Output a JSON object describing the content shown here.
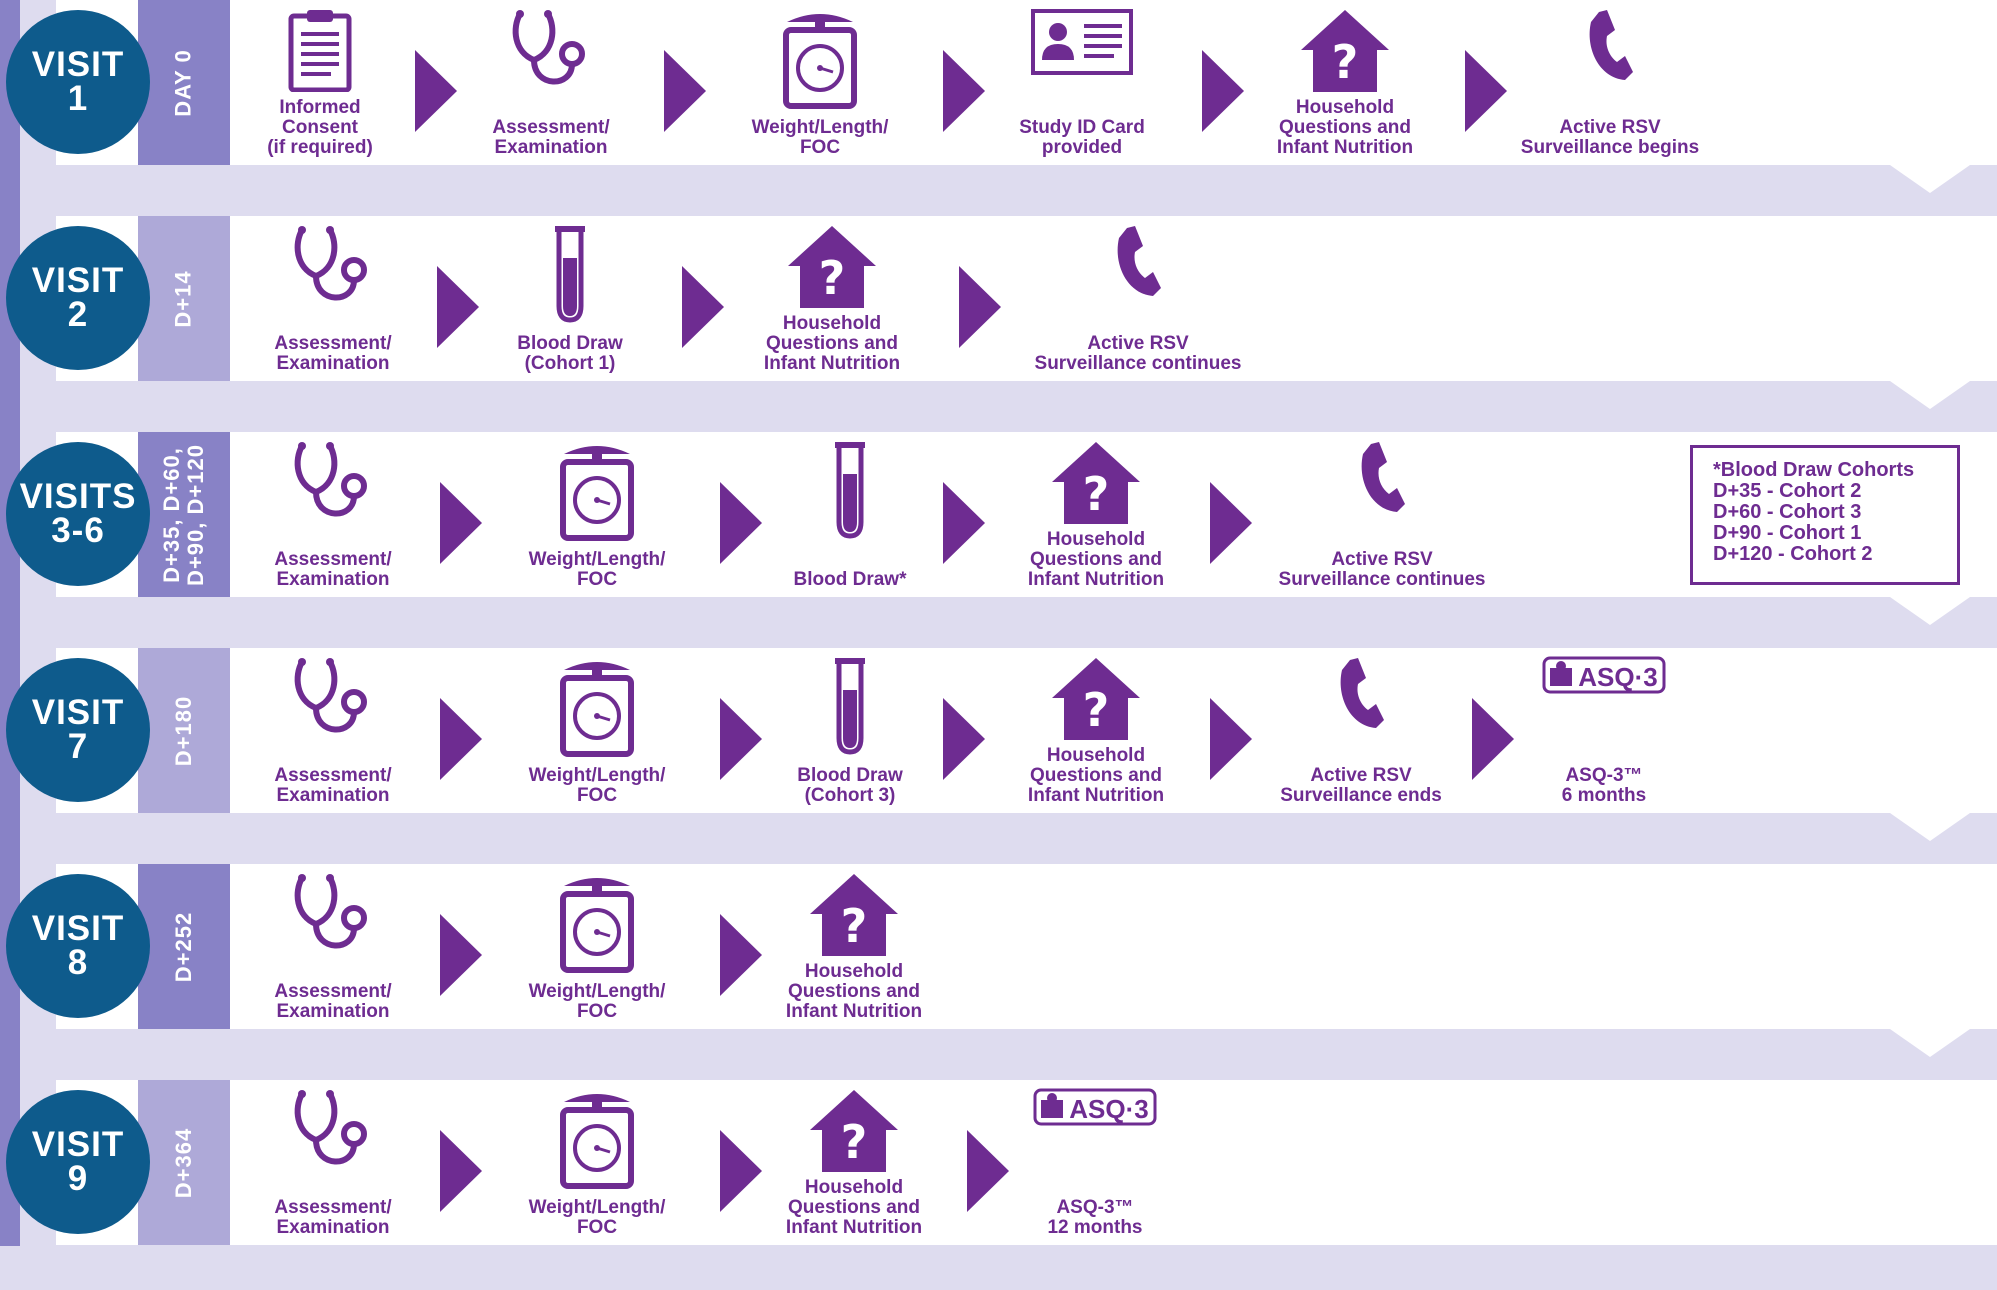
{
  "colors": {
    "visit_circle": "#0e5b8c",
    "accent_purple": "#6e2c91",
    "day_box_dark": "#8882c6",
    "day_box_light": "#aea9d8",
    "band": "#dedcef"
  },
  "rows": [
    {
      "visit": [
        "VISIT",
        "1"
      ],
      "day": "DAY 0",
      "steps": [
        {
          "icon": "clipboard-icon",
          "label": "Informed\nConsent\n(if required)"
        },
        {
          "icon": "stethoscope-icon",
          "label": "Assessment/\nExamination"
        },
        {
          "icon": "scale-icon",
          "label": "Weight/Length/\nFOC"
        },
        {
          "icon": "id-card-icon",
          "label": "Study ID Card\nprovided"
        },
        {
          "icon": "house-question-icon",
          "label": "Household\nQuestions and\nInfant Nutrition"
        },
        {
          "icon": "phone-icon",
          "label": "Active RSV\nSurveillance begins"
        }
      ]
    },
    {
      "visit": [
        "VISIT",
        "2"
      ],
      "day": "D+14",
      "steps": [
        {
          "icon": "stethoscope-icon",
          "label": "Assessment/\nExamination"
        },
        {
          "icon": "test-tube-icon",
          "label": "Blood Draw\n(Cohort 1)"
        },
        {
          "icon": "house-question-icon",
          "label": "Household\nQuestions and\nInfant Nutrition"
        },
        {
          "icon": "phone-icon",
          "label": "Active RSV\nSurveillance continues"
        }
      ]
    },
    {
      "visit": [
        "VISITS",
        "3-6"
      ],
      "day": "D+35, D+60,\nD+90, D+120",
      "steps": [
        {
          "icon": "stethoscope-icon",
          "label": "Assessment/\nExamination"
        },
        {
          "icon": "scale-icon",
          "label": "Weight/Length/\nFOC"
        },
        {
          "icon": "test-tube-icon",
          "label": "Blood Draw*"
        },
        {
          "icon": "house-question-icon",
          "label": "Household\nQuestions and\nInfant Nutrition"
        },
        {
          "icon": "phone-icon",
          "label": "Active RSV\nSurveillance continues"
        }
      ]
    },
    {
      "visit": [
        "VISIT",
        "7"
      ],
      "day": "D+180",
      "steps": [
        {
          "icon": "stethoscope-icon",
          "label": "Assessment/\nExamination"
        },
        {
          "icon": "scale-icon",
          "label": "Weight/Length/\nFOC"
        },
        {
          "icon": "test-tube-icon",
          "label": "Blood Draw\n(Cohort 3)"
        },
        {
          "icon": "house-question-icon",
          "label": "Household\nQuestions and\nInfant Nutrition"
        },
        {
          "icon": "phone-icon",
          "label": "Active RSV\nSurveillance ends"
        },
        {
          "icon": "asq3-logo-icon",
          "label": "ASQ-3™\n6 months"
        }
      ]
    },
    {
      "visit": [
        "VISIT",
        "8"
      ],
      "day": "D+252",
      "steps": [
        {
          "icon": "stethoscope-icon",
          "label": "Assessment/\nExamination"
        },
        {
          "icon": "scale-icon",
          "label": "Weight/Length/\nFOC"
        },
        {
          "icon": "house-question-icon",
          "label": "Household\nQuestions and\nInfant Nutrition"
        }
      ]
    },
    {
      "visit": [
        "VISIT",
        "9"
      ],
      "day": "D+364",
      "steps": [
        {
          "icon": "stethoscope-icon",
          "label": "Assessment/\nExamination"
        },
        {
          "icon": "scale-icon",
          "label": "Weight/Length/\nFOC"
        },
        {
          "icon": "house-question-icon",
          "label": "Household\nQuestions and\nInfant Nutrition"
        },
        {
          "icon": "asq3-logo-icon",
          "label": "ASQ-3™\n12 months"
        }
      ]
    }
  ],
  "note": {
    "lines": [
      "*Blood Draw Cohorts",
      "D+35 - Cohort 2",
      "D+60 - Cohort 3",
      "D+90 - Cohort 1",
      "D+120 - Cohort 2"
    ]
  },
  "asq_logo_text": "ASQ·3"
}
